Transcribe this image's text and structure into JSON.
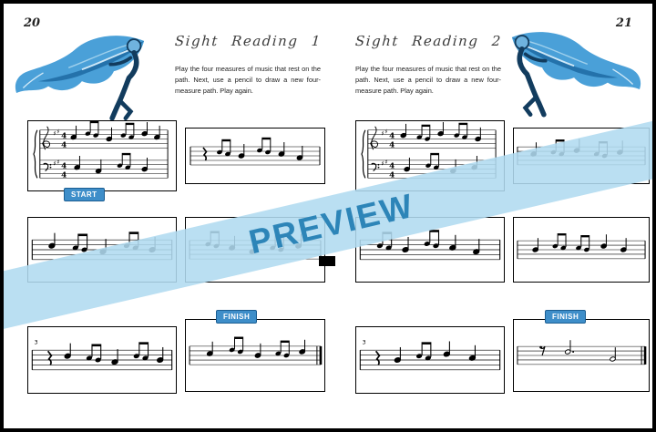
{
  "spread": {
    "left": {
      "page_number": "20",
      "title": "Sight Reading 1",
      "instructions": "Play the four measures of music that rest on the path. Next, use a pencil to draw a new four-measure path. Play again.",
      "start_label": "START",
      "finish_label": "FINISH"
    },
    "right": {
      "page_number": "21",
      "title": "Sight Reading 2",
      "instructions": "Play the four measures of music that rest on the path. Next, use a pencil to draw a new four-measure path. Play again.",
      "finish_label": "FINISH"
    }
  },
  "preview": {
    "label": "PREVIEW",
    "band_color": "#b0dbf0",
    "text_color": "#2d85b8"
  },
  "badge": {
    "bg_color": "#3e8ec9",
    "border_color": "#1c5e92",
    "text_color": "#ffffff"
  },
  "illustration": {
    "name": "blue-dancer",
    "main_color": "#4aa0d8",
    "shade_color": "#1d6aa3",
    "outline_color": "#123c5e"
  },
  "music": {
    "boxes": [
      {
        "kind": "grand",
        "treble": [
          [
            "q",
            48,
            18
          ],
          [
            "b",
            64,
            14,
            16
          ],
          [
            "q",
            88,
            20
          ],
          [
            "b",
            104,
            16,
            18
          ],
          [
            "q",
            128,
            14
          ],
          [
            "q",
            142,
            18
          ]
        ],
        "bass": [
          [
            "q",
            52,
            52
          ],
          [
            "q",
            76,
            56
          ],
          [
            "b",
            100,
            50,
            52
          ],
          [
            "q",
            128,
            54
          ]
        ]
      },
      {
        "kind": "single",
        "events": [
          [
            "r",
            18,
            28
          ],
          [
            "b",
            36,
            26,
            28
          ],
          [
            "q",
            60,
            30
          ],
          [
            "b",
            80,
            24,
            26
          ],
          [
            "q",
            104,
            28
          ],
          [
            "q",
            124,
            32
          ]
        ]
      },
      {
        "kind": "single",
        "events": [
          [
            "q",
            24,
            26
          ],
          [
            "b",
            48,
            28,
            30
          ],
          [
            "q",
            76,
            32
          ],
          [
            "b",
            100,
            26,
            28
          ],
          [
            "q",
            126,
            30
          ]
        ]
      },
      {
        "kind": "single",
        "events": [
          [
            "b",
            24,
            24,
            26
          ],
          [
            "q",
            50,
            28
          ],
          [
            "q",
            72,
            32
          ],
          [
            "b",
            94,
            28,
            30
          ],
          [
            "q",
            122,
            26
          ]
        ]
      },
      {
        "kind": "single",
        "num": "3",
        "events": [
          [
            "r",
            20,
            28
          ],
          [
            "q",
            40,
            26
          ],
          [
            "b",
            62,
            28,
            30
          ],
          [
            "q",
            88,
            32
          ],
          [
            "b",
            110,
            26,
            28
          ],
          [
            "q",
            134,
            30
          ]
        ]
      },
      {
        "kind": "single",
        "final": true,
        "events": [
          [
            "q",
            26,
            28
          ],
          [
            "b",
            50,
            24,
            26
          ],
          [
            "q",
            78,
            30
          ],
          [
            "b",
            100,
            28,
            30
          ],
          [
            "q",
            126,
            26
          ]
        ]
      },
      {
        "kind": "grand",
        "treble": [
          [
            "q",
            50,
            16
          ],
          [
            "b",
            68,
            18,
            20
          ],
          [
            "q",
            92,
            14
          ],
          [
            "b",
            110,
            16,
            18
          ],
          [
            "q",
            134,
            20
          ]
        ],
        "bass": [
          [
            "q",
            54,
            54
          ],
          [
            "b",
            78,
            50,
            52
          ],
          [
            "q",
            106,
            56
          ],
          [
            "q",
            130,
            52
          ]
        ]
      },
      {
        "kind": "single",
        "events": [
          [
            "q",
            22,
            28
          ],
          [
            "b",
            44,
            26,
            28
          ],
          [
            "q",
            70,
            24
          ],
          [
            "b",
            92,
            28,
            30
          ],
          [
            "q",
            118,
            26
          ]
        ]
      },
      {
        "kind": "single",
        "events": [
          [
            "b",
            24,
            26,
            28
          ],
          [
            "q",
            50,
            30
          ],
          [
            "b",
            72,
            24,
            26
          ],
          [
            "q",
            98,
            28
          ],
          [
            "q",
            122,
            32
          ]
        ]
      },
      {
        "kind": "single",
        "events": [
          [
            "q",
            24,
            30
          ],
          [
            "b",
            46,
            26,
            28
          ],
          [
            "b",
            72,
            28,
            30
          ],
          [
            "q",
            100,
            26
          ],
          [
            "q",
            122,
            30
          ]
        ]
      },
      {
        "kind": "single",
        "num": "3",
        "events": [
          [
            "r",
            20,
            28
          ],
          [
            "q",
            42,
            30
          ],
          [
            "b",
            64,
            26,
            28
          ],
          [
            "q",
            92,
            24
          ],
          [
            "q",
            118,
            28
          ]
        ]
      },
      {
        "kind": "single",
        "final": true,
        "events": [
          [
            "er",
            30,
            24
          ],
          [
            "hd",
            60,
            26
          ],
          [
            "h",
            110,
            34
          ]
        ]
      }
    ]
  }
}
